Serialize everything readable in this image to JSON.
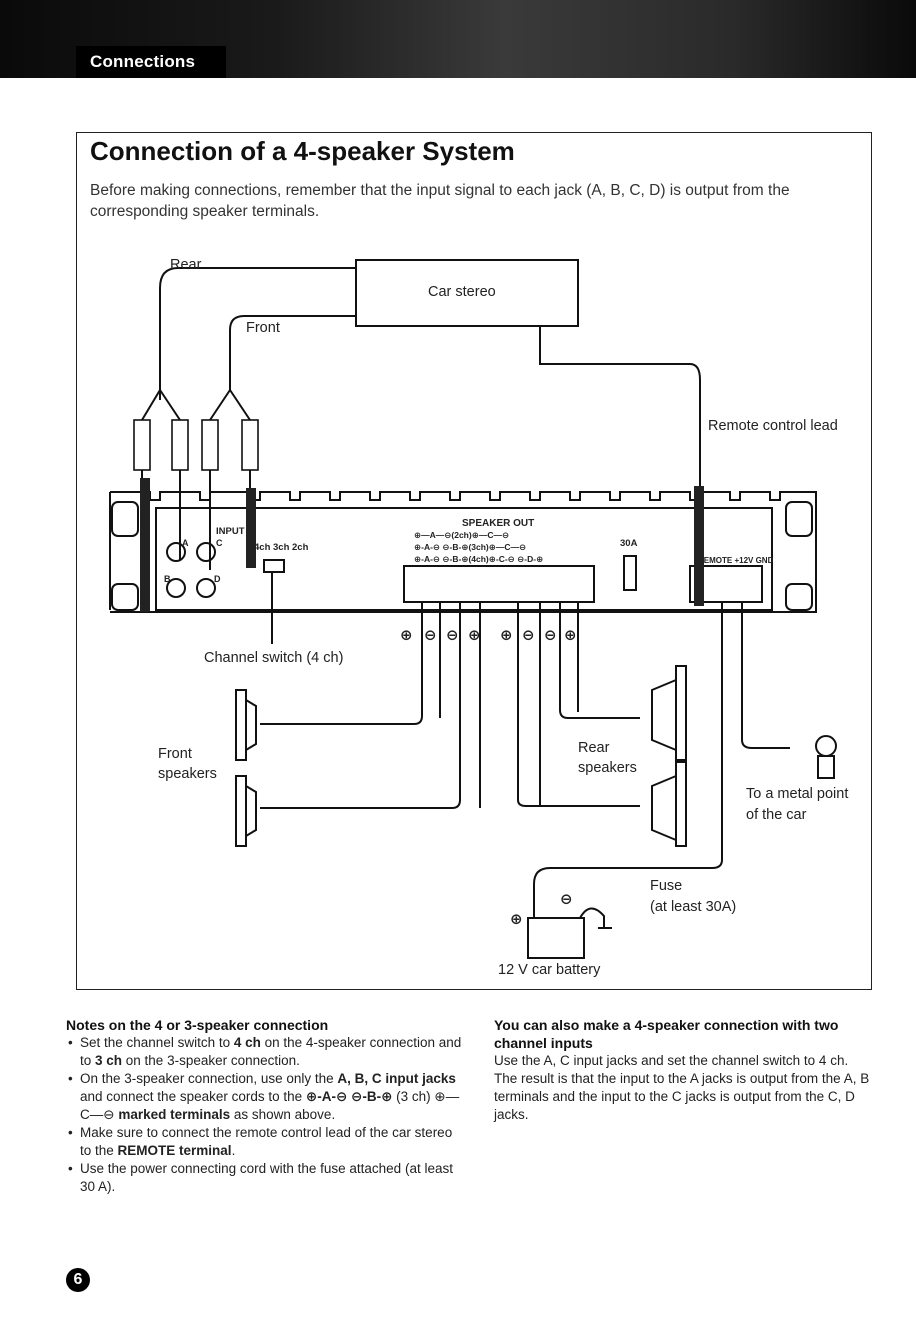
{
  "header": {
    "section_tab": "Connections"
  },
  "section": {
    "title": "Connection of a 4-speaker System",
    "intro": "Before making connections, remember that the input signal to each jack (A, B, C, D) is output from the corresponding speaker terminals."
  },
  "diagram": {
    "rear_label": "Rear",
    "front_label": "Front",
    "car_stereo": "Car stereo",
    "remote_lead": "Remote control lead",
    "input_label": "INPUT",
    "jack_a": "A",
    "jack_b": "B",
    "jack_c": "C",
    "jack_d": "D",
    "ch_switch_label": "4ch 3ch 2ch",
    "speaker_out": "SPEAKER OUT",
    "terminal_row1": "⊕—A—⊖(2ch)⊕—C—⊖",
    "terminal_row2": "⊕-A-⊖ ⊖-B-⊕(3ch)⊕—C—⊖",
    "terminal_row3": "⊕-A-⊖ ⊖-B-⊕(4ch)⊕-C-⊖ ⊖-D-⊕",
    "fuse_rating": "30A",
    "power_terminals": "REMOTE +12V GND",
    "polarity_left": [
      "⊕",
      "⊖",
      "⊖",
      "⊕"
    ],
    "polarity_right": [
      "⊕",
      "⊖",
      "⊖",
      "⊕"
    ],
    "channel_switch": "Channel switch (4 ch)",
    "front_speakers": "Front\nspeakers",
    "rear_speakers": "Rear\nspeakers",
    "metal_point": "To a metal point\nof the car",
    "fuse": "Fuse\n(at least 30A)",
    "battery": "12 V car battery",
    "battery_plus": "⊕",
    "battery_minus": "⊖"
  },
  "notes_left": {
    "heading": "Notes on the 4 or 3-speaker connection",
    "items": [
      {
        "a": "Set the channel switch to ",
        "b1": "4 ch",
        "c": " on the 4-speaker connection and to ",
        "b2": "3 ch",
        "d": " on the 3-speaker connection."
      },
      {
        "a": "On the 3-speaker connection, use only the ",
        "b1": "A, B, C input jacks",
        "c": " and connect the speaker cords to the ",
        "b2": "⊕-A-⊖ ⊖-B-⊕",
        "d": " (3 ch) ⊕—C—⊖ ",
        "b3": "marked terminals",
        "e": " as shown above."
      },
      {
        "a": "Make sure to connect the remote control lead of the car stereo to the ",
        "b1": "REMOTE terminal",
        "c": "."
      },
      {
        "a": "Use the power connecting cord with the fuse attached (at least 30 A)."
      }
    ]
  },
  "notes_right": {
    "heading": "You can also make a 4-speaker connection with two channel inputs",
    "body": "Use the A, C input jacks and set the channel switch to 4 ch. The result is that the input to the A jacks is output from the A, B terminals and the input to the C jacks is output from the C, D jacks."
  },
  "page_number": "6",
  "colors": {
    "ink": "#111111",
    "header_dark": "#0a0a0a"
  }
}
